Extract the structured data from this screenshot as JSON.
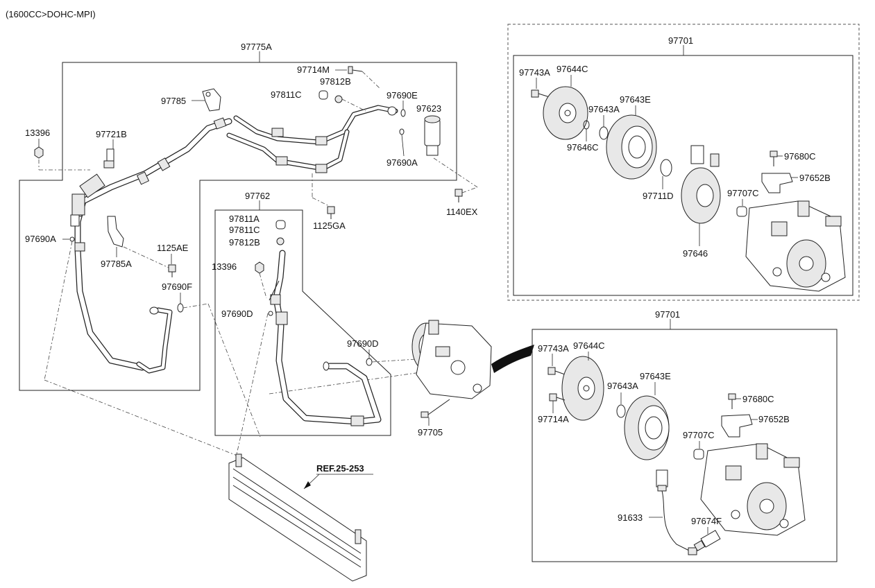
{
  "header": {
    "engine_spec": "(1600CC>DOHC-MPI)"
  },
  "labels": {
    "l97775A": "97775A",
    "l97714M": "97714M",
    "l97812B_top": "97812B",
    "l97811C_top": "97811C",
    "l97785": "97785",
    "l97690E": "97690E",
    "l97623": "97623",
    "l97690A_top": "97690A",
    "l13396_left": "13396",
    "l97721B": "97721B",
    "l1125GA": "1125GA",
    "l1140EX": "1140EX",
    "l97690A_left": "97690A",
    "l97785A": "97785A",
    "l1125AE": "1125AE",
    "l97690F": "97690F",
    "l97762": "97762",
    "l97811A": "97811A",
    "l97811C_mid": "97811C",
    "l97812B_mid": "97812B",
    "l13396_mid": "13396",
    "l97690D_left": "97690D",
    "l97690D_right": "97690D",
    "l97705": "97705",
    "ref": "REF.25-253",
    "t97701": "97701",
    "t97743A": "97743A",
    "t97644C": "97644C",
    "t97643E": "97643E",
    "t97643A": "97643A",
    "t97646C": "97646C",
    "t97711D": "97711D",
    "t97680C": "97680C",
    "t97652B": "97652B",
    "t97707C": "97707C",
    "t97646": "97646",
    "b97701": "97701",
    "b97743A": "97743A",
    "b97644C": "97644C",
    "b97643E": "97643E",
    "b97643A": "97643A",
    "b97714A": "97714A",
    "b97680C": "97680C",
    "b97652B": "97652B",
    "b97707C": "97707C",
    "b91633": "91633",
    "b97674F": "97674F"
  }
}
